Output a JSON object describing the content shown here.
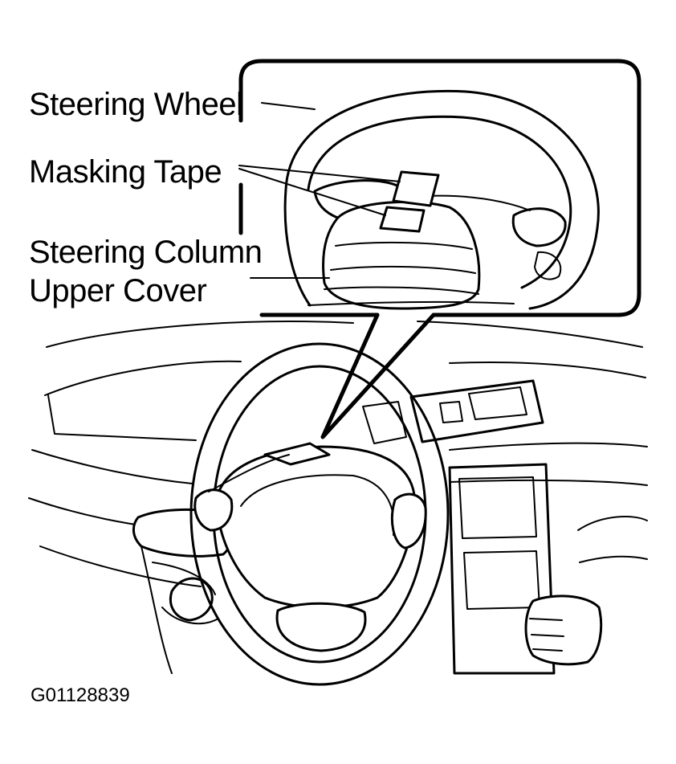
{
  "labels": {
    "steering_wheel": "Steering Wheel",
    "masking_tape": "Masking Tape",
    "steering_column_line1": "Steering Column",
    "steering_column_line2": "Upper Cover"
  },
  "figure_id": "G01128839",
  "colors": {
    "ink": "#000000",
    "paper": "#ffffff"
  }
}
